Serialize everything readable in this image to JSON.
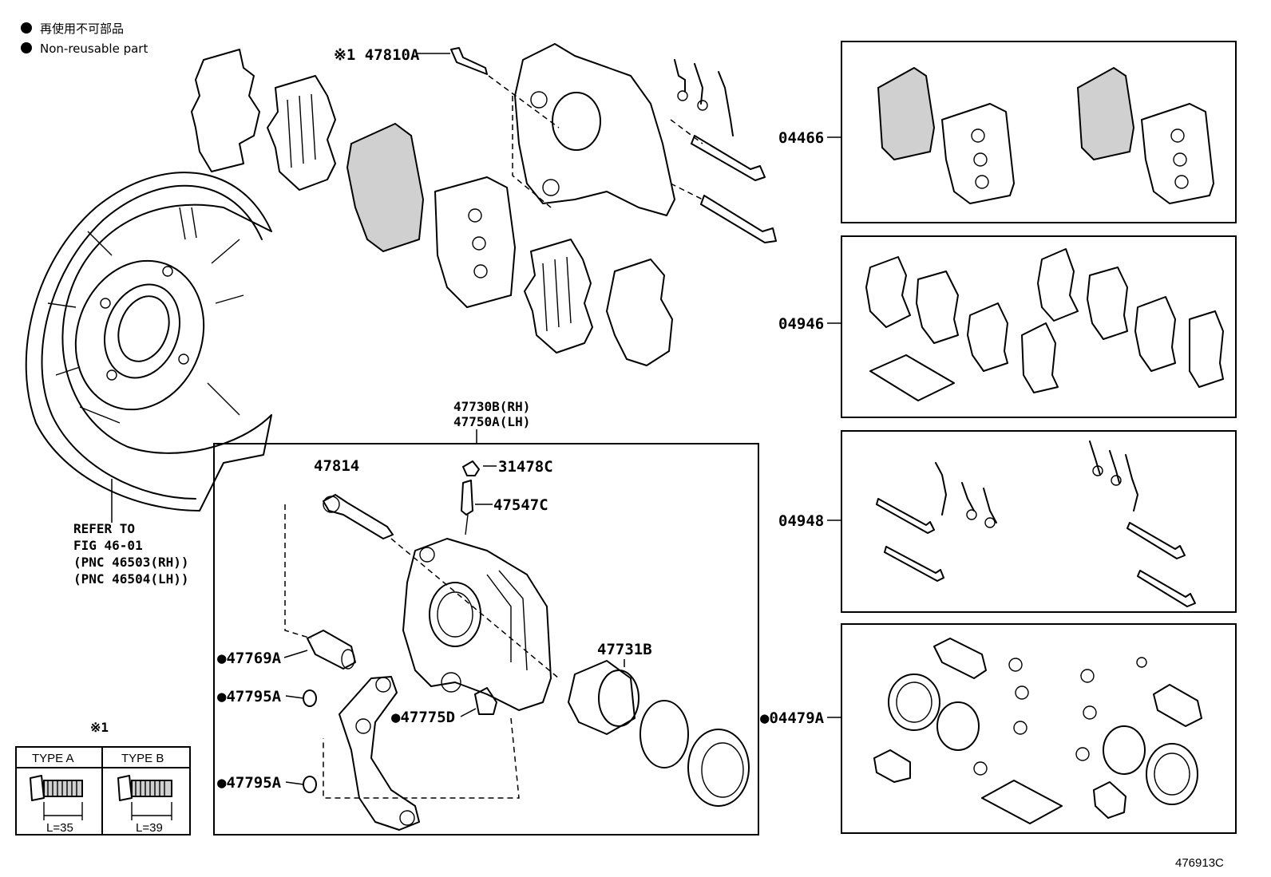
{
  "legend": [
    {
      "symbol": "●",
      "text": "再使用不可部品"
    },
    {
      "symbol": "●",
      "text": "Non-reusable part"
    }
  ],
  "refer_note": [
    "REFER TO",
    "FIG 46-01",
    "(PNC 46503(RH))",
    "(PNC 46504(LH))"
  ],
  "caliper_assembly": {
    "line1": "47730B(RH)",
    "line2": "47750A(LH)"
  },
  "labels": {
    "p47810A": "※1 47810A",
    "p47814": "47814",
    "p31478C": "31478C",
    "p47547C": "47547C",
    "p47731B": "47731B",
    "p47769A": "●47769A",
    "p47795A_1": "●47795A",
    "p47795A_2": "●47795A",
    "p47775D": "●47775D",
    "p04466": "04466",
    "p04946": "04946",
    "p04948": "04948",
    "p04479A": "●04479A"
  },
  "note_mark": "※1",
  "type_table": {
    "headers": [
      "TYPE A",
      "TYPE B"
    ],
    "dims": [
      "L=35",
      "L=39"
    ]
  },
  "figure_code": "476913C"
}
